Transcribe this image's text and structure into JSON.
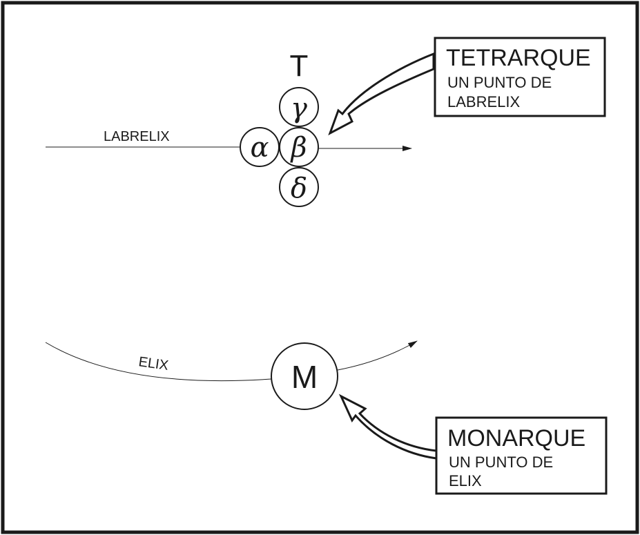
{
  "colors": {
    "ink": "#1a1a1a",
    "background": "#ffffff"
  },
  "tetrarque": {
    "symbol": "T",
    "line_label": "LABRELIX",
    "nodes": {
      "alpha": "α",
      "beta": "β",
      "gamma": "γ",
      "delta": "δ"
    },
    "callout": {
      "title": "TETRARQUE",
      "line1": "UN PUNTO DE",
      "line2": "LABRELIX"
    }
  },
  "monarque": {
    "symbol": "M",
    "line_label": "ELIX",
    "callout": {
      "title": "MONARQUE",
      "line1": "UN PUNTO DE",
      "line2": "ELIX"
    }
  }
}
